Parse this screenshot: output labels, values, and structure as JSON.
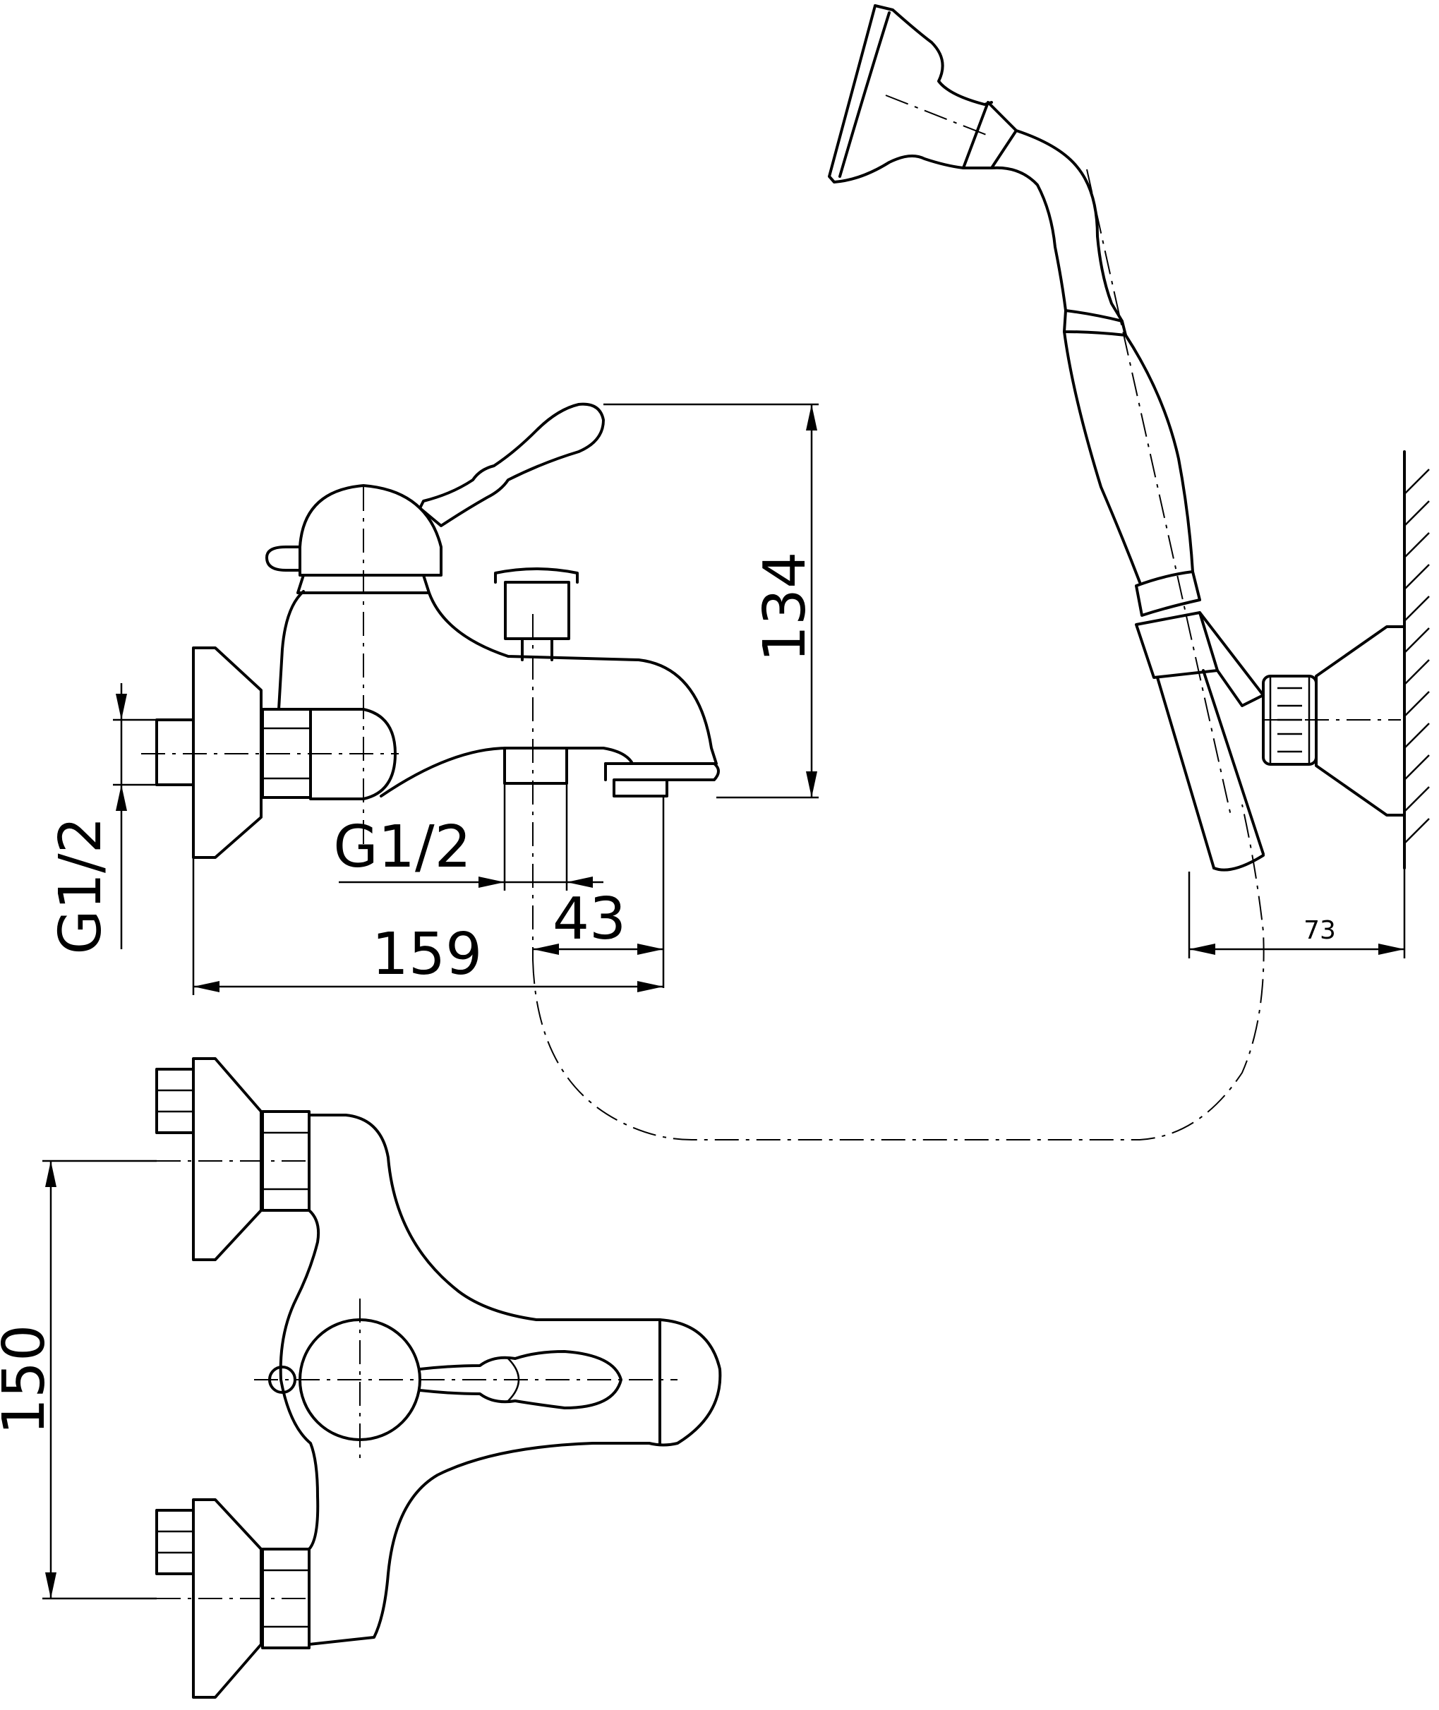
{
  "dimensions": {
    "height_mixer": "134",
    "thread_inlet": "G1/2",
    "thread_outlet": "G1/2",
    "spout_offset": "43",
    "depth_total": "159",
    "center_distance": "150",
    "wall_holder_depth": "73"
  }
}
